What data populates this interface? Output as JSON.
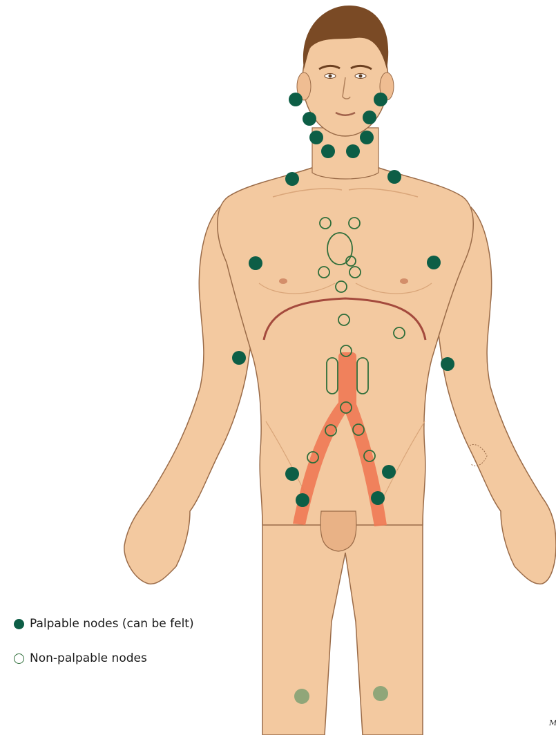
{
  "colors": {
    "palpable": "#0d5e46",
    "non_palpable_stroke": "#2f6e3a",
    "skin": "#f3c9a0",
    "skin_shadow": "#d9a579",
    "outline": "#9a6b48",
    "hair": "#7a4a25",
    "vessel": "#f07a55",
    "diaphragm": "#a44a3d"
  },
  "legend": {
    "palpable_label": "Palpable nodes (can be felt)",
    "non_palpable_label": "Non-palpable nodes"
  },
  "credit": "M"
}
